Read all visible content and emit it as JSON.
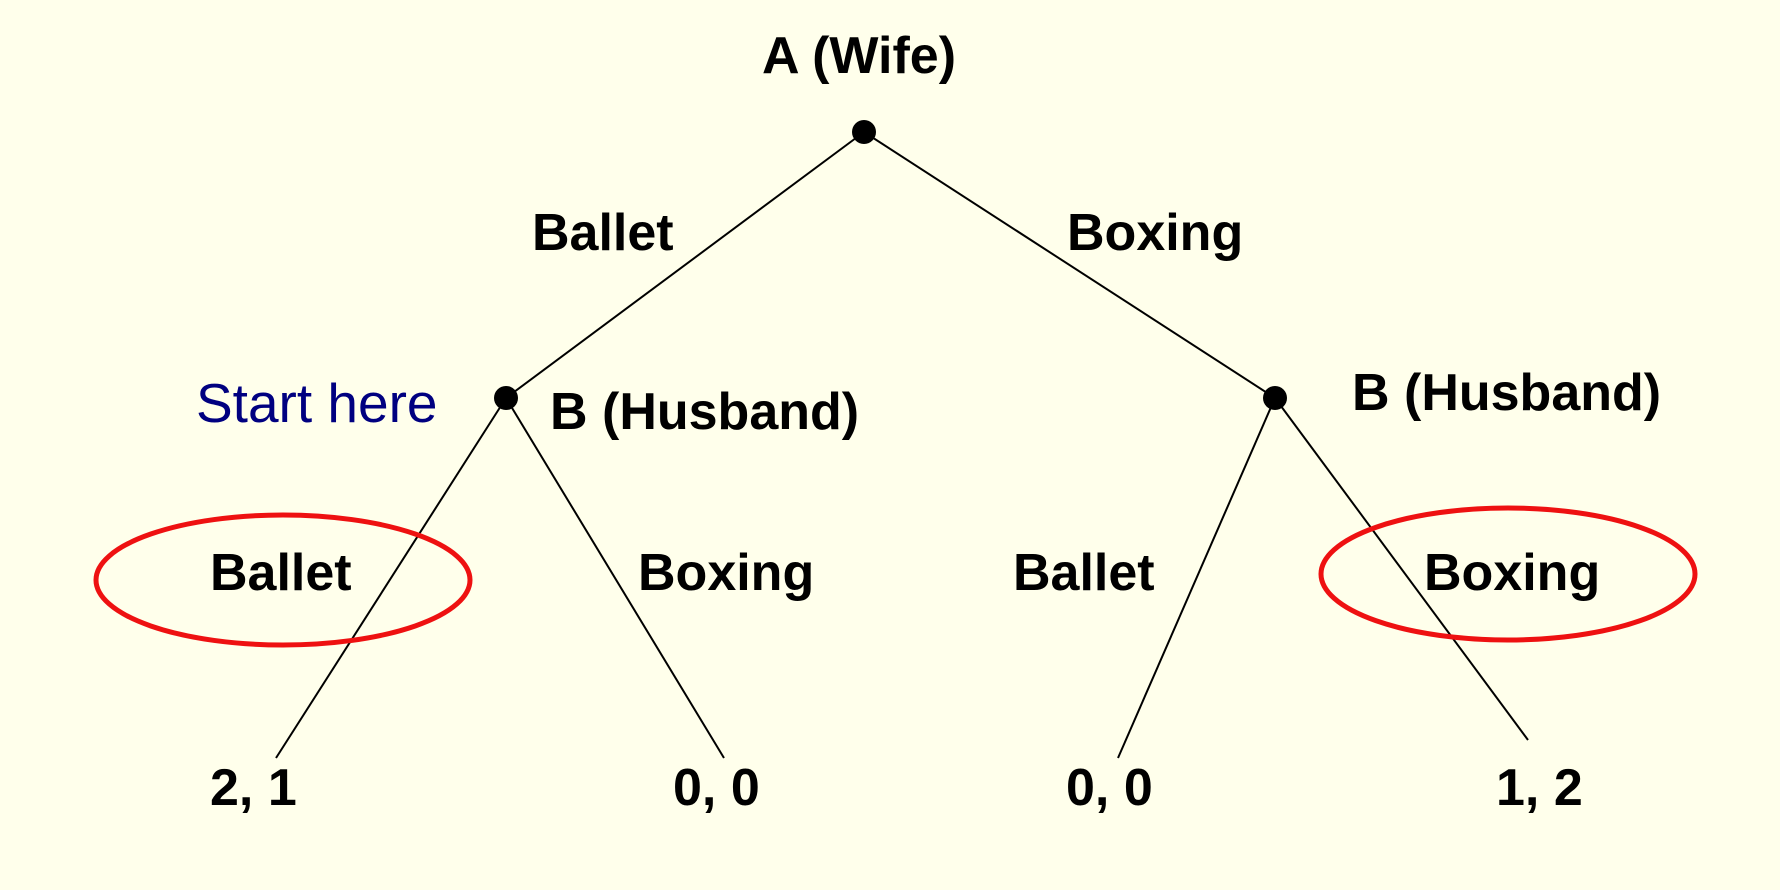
{
  "root": {
    "player": "A (Wife)"
  },
  "root_branches": {
    "left": "Ballet",
    "right": "Boxing"
  },
  "left_node": {
    "player": "B (Husband)",
    "annotation": "Start here"
  },
  "right_node": {
    "player": "B (Husband)"
  },
  "left_subtree": {
    "left_action": "Ballet",
    "right_action": "Boxing"
  },
  "right_subtree": {
    "left_action": "Ballet",
    "right_action": "Boxing"
  },
  "payoffs": [
    "2, 1",
    "0, 0",
    "0, 0",
    "1, 2"
  ],
  "highlighted_choices": [
    "left_subtree.left_action",
    "right_subtree.right_action"
  ],
  "colors": {
    "background": "#ffffeb",
    "text": "#000000",
    "annotation": "#000080",
    "highlight": "#ee1111"
  }
}
